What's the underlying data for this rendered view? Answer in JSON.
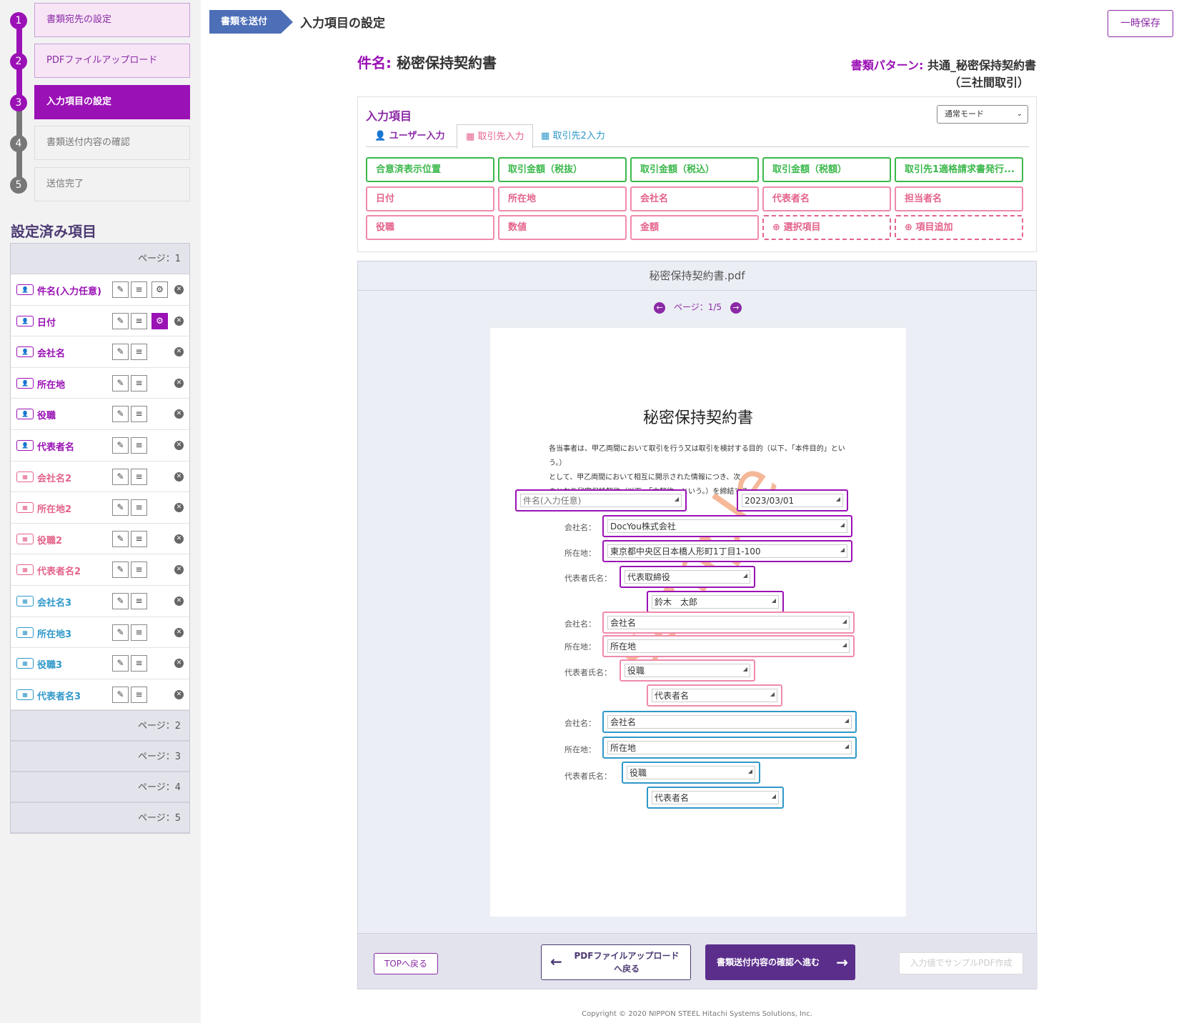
{
  "steps": [
    {
      "num": "1",
      "label": "書類宛先の設定",
      "state": "done"
    },
    {
      "num": "2",
      "label": "PDFファイルアップロード",
      "state": "done"
    },
    {
      "num": "3",
      "label": "入力項目の設定",
      "state": "active"
    },
    {
      "num": "4",
      "label": "書類送付内容の確認",
      "state": "pending"
    },
    {
      "num": "5",
      "label": "送信完了",
      "state": "pending"
    }
  ],
  "settings": {
    "title": "設定済み項目",
    "page1": "ページ：1",
    "items": [
      {
        "label": "件名(入力任意)",
        "group": "c1"
      },
      {
        "label": "日付",
        "group": "c1"
      },
      {
        "label": "会社名",
        "group": "c1"
      },
      {
        "label": "所在地",
        "group": "c1"
      },
      {
        "label": "役職",
        "group": "c1"
      },
      {
        "label": "代表者名",
        "group": "c1"
      },
      {
        "label": "会社名2",
        "group": "c2"
      },
      {
        "label": "所在地2",
        "group": "c2"
      },
      {
        "label": "役職2",
        "group": "c2"
      },
      {
        "label": "代表者名2",
        "group": "c2"
      },
      {
        "label": "会社名3",
        "group": "c3"
      },
      {
        "label": "所在地3",
        "group": "c3"
      },
      {
        "label": "役職3",
        "group": "c3"
      },
      {
        "label": "代表者名3",
        "group": "c3"
      }
    ],
    "page2": "ページ：2",
    "page3": "ページ：3",
    "page4": "ページ：4",
    "page5": "ページ：5"
  },
  "header": {
    "crumb": "書類を送付",
    "title": "入力項目の設定",
    "save": "一時保存"
  },
  "doc": {
    "name_key": "件名:",
    "name_value": "秘密保持契約書",
    "pattern_key": "書類パターン:",
    "pattern_value1": "共通_秘密保持契約書",
    "pattern_value2": "（三社間取引）"
  },
  "panel": {
    "title": "入力項目",
    "mode": "通常モード",
    "tab1": "ユーザー入力",
    "tab2": "取引先入力",
    "tab3": "取引先2入力",
    "fields": [
      "合意済表示位置",
      "取引金額（税抜）",
      "取引金額（税込）",
      "取引金額（税額）",
      "取引先1適格請求書発行...",
      "日付",
      "所在地",
      "会社名",
      "代表者名",
      "担当者名",
      "役職",
      "数値",
      "金額",
      "選択項目",
      "項目追加"
    ]
  },
  "viewer": {
    "filename": "秘密保持契約書.pdf",
    "pager": "ページ：1/5",
    "doc_title": "秘密保持契約書",
    "para1": "各当事者は、甲乙両間において取引を行う又は取引を検討する目的（以下、「本件目的」という。）",
    "para2": "として、甲乙両間において相互に開示された情報につき、次",
    "para3": "のとおり秘密保持契約（以下、「本契約」という。）を締結する。",
    "watermark": "sample",
    "lbl_company": "会社名：",
    "lbl_address": "所在地：",
    "lbl_rep": "代表者氏名：",
    "f_subject": "件名(入力任意)",
    "f_date": "2023/03/01",
    "f_company1": "DocYou株式会社",
    "f_address1": "東京都中央区日本橋人形町1丁目1-100",
    "f_title1": "代表取締役",
    "f_name1": "鈴木　太郎",
    "f_company2": "会社名",
    "f_address2": "所在地",
    "f_title2": "役職",
    "f_name2": "代表者名",
    "f_company3": "会社名",
    "f_address3": "所在地",
    "f_title3": "役職",
    "f_name3": "代表者名"
  },
  "footer": {
    "top": "TOPへ戻る",
    "back1": "PDFファイルアップロード",
    "back2": "へ戻る",
    "next": "書類送付内容の確認へ進む",
    "sample": "入力値でサンプルPDF作成",
    "copyright": "Copyright © 2020 NIPPON STEEL Hitachi Systems Solutions, Inc."
  },
  "colors": {
    "accent": "#9a11b5",
    "partner": "#e4638a",
    "partner2": "#2f98c9",
    "green": "#3bb84b"
  }
}
